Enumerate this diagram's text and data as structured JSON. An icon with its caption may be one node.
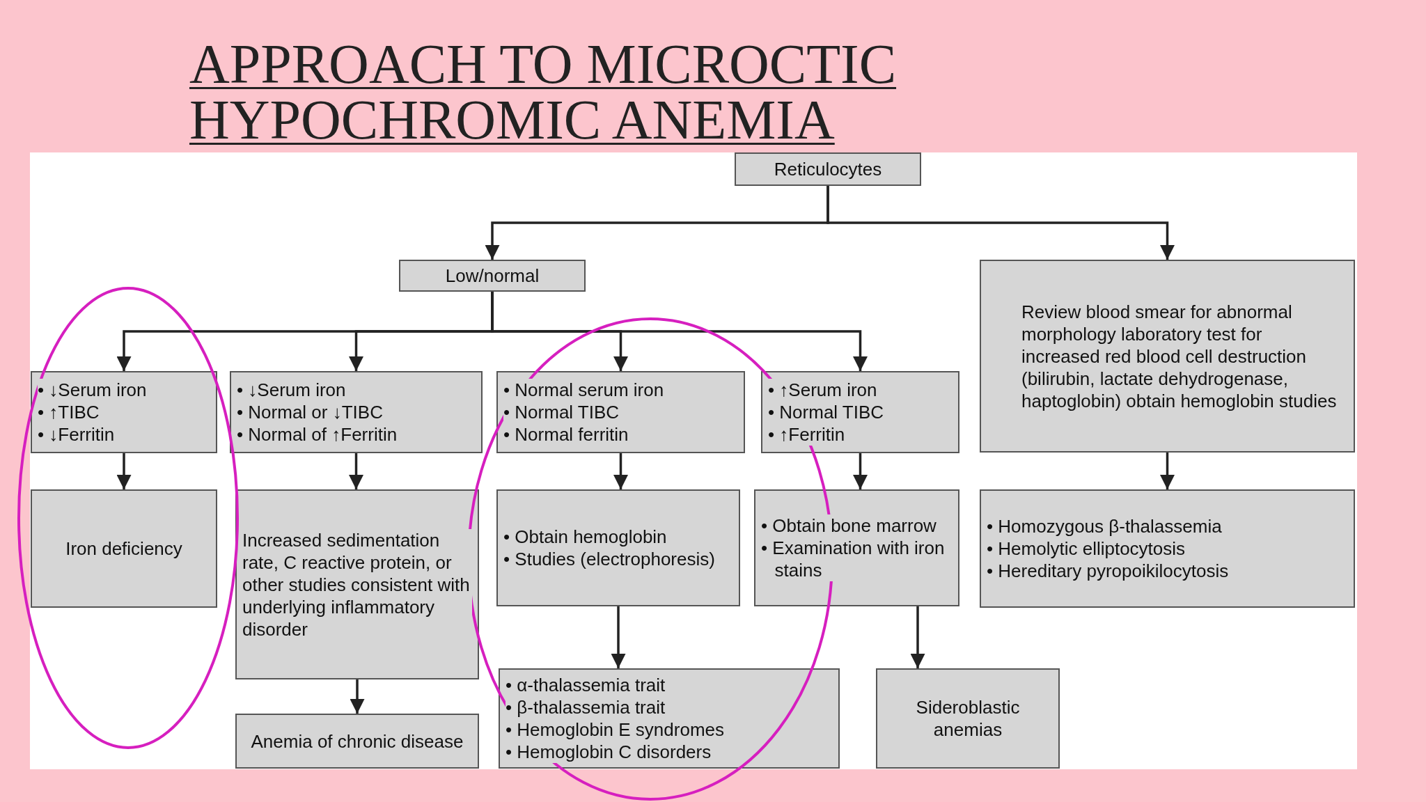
{
  "diagram": {
    "title": "APPROACH TO MICROCTIC HYPOCHROMIC ANEMIA",
    "nodes": [
      {
        "text": [
          "Reticulocytes"
        ]
      },
      {
        "text": [
          "Low/normal"
        ]
      },
      {
        "text": [
          "Review blood smear for abnormal morphology laboratory test for increased red blood cell destruction (bilirubin, lactate dehydrogenase, haptoglobin) obtain hemoglobin studies"
        ]
      },
      {
        "text": [
          "• ↓Serum iron",
          "• ↑TIBC",
          "• ↓Ferritin"
        ]
      },
      {
        "text": [
          "• ↓Serum iron",
          "• Normal or ↓TIBC",
          "• Normal of ↑Ferritin"
        ]
      },
      {
        "text": [
          "• Normal serum iron",
          "• Normal TIBC",
          "• Normal ferritin"
        ]
      },
      {
        "text": [
          "• ↑Serum iron",
          "• Normal TIBC",
          "• ↑Ferritin"
        ]
      },
      {
        "text": [
          "Iron deficiency"
        ]
      },
      {
        "text": [
          "Increased sedimentation rate, C reactive protein, or other studies consistent with underlying inflammatory disorder"
        ]
      },
      {
        "text": [
          "• Obtain hemoglobin",
          "• Studies (electrophoresis)"
        ]
      },
      {
        "text": [
          "• Obtain bone marrow",
          "• Examination with iron stains"
        ]
      },
      {
        "text": [
          "• Homozygous β-thalassemia",
          "• Hemolytic elliptocytosis",
          "• Hereditary pyropoikilocytosis"
        ]
      },
      {
        "text": [
          "Anemia of chronic disease"
        ]
      },
      {
        "text": [
          "• α-thalassemia trait",
          "• β-thalassemia trait",
          "• Hemoglobin E syndromes",
          "• Hemoglobin C disorders"
        ]
      },
      {
        "text": [
          "Sideroblastic anemias"
        ]
      }
    ],
    "edges": [
      {
        "from": 0,
        "to": 1,
        "arrow": "to"
      },
      {
        "from": 0,
        "to": 2,
        "arrow": "to"
      },
      {
        "from": 1,
        "to": 3,
        "arrow": "to"
      },
      {
        "from": 1,
        "to": 4,
        "arrow": "to"
      },
      {
        "from": 1,
        "to": 5,
        "arrow": "to"
      },
      {
        "from": 1,
        "to": 6,
        "arrow": "to"
      },
      {
        "from": 3,
        "to": 7,
        "arrow": "to"
      },
      {
        "from": 4,
        "to": 8,
        "arrow": "to"
      },
      {
        "from": 5,
        "to": 9,
        "arrow": "to"
      },
      {
        "from": 6,
        "to": 10,
        "arrow": "to"
      },
      {
        "from": 2,
        "to": 11,
        "arrow": "to"
      },
      {
        "from": 8,
        "to": 12,
        "arrow": "to"
      },
      {
        "from": 9,
        "to": 13,
        "arrow": "to"
      },
      {
        "from": 10,
        "to": 14,
        "arrow": "to"
      }
    ]
  }
}
